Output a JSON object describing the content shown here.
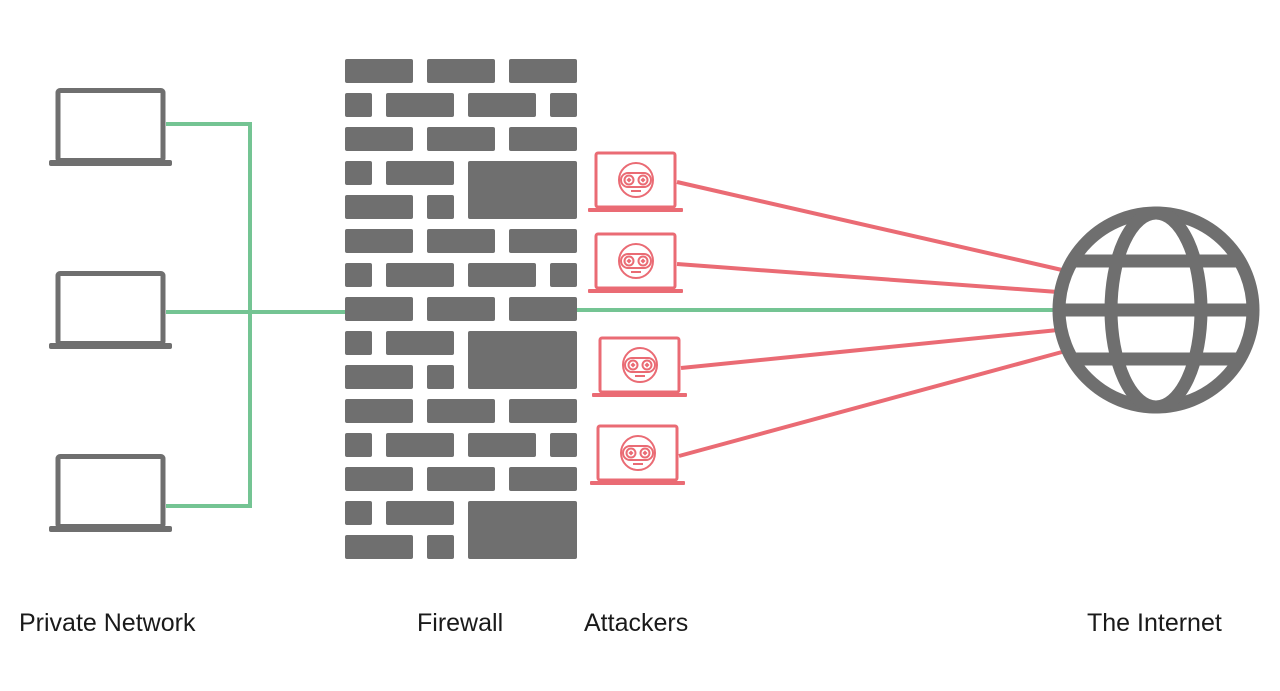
{
  "labels": {
    "private_network": "Private Network",
    "firewall": "Firewall",
    "attackers": "Attackers",
    "internet": "The Internet"
  },
  "colors": {
    "device_gray": "#6f6f6f",
    "safe_link": "#74c493",
    "attack_red": "#ea6b74",
    "text": "#1a1a1a"
  },
  "icons": {
    "private_device": "laptop-icon",
    "attacker": "attacker-laptop-icon",
    "attacker_face": "robot-face-icon",
    "internet": "globe-icon",
    "firewall": "brick-wall-icon"
  }
}
